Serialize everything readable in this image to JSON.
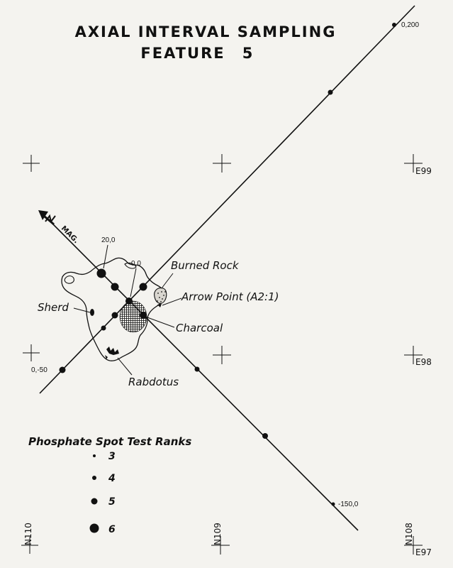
{
  "title": {
    "line1": "AXIAL INTERVAL SAMPLING",
    "line2": "FEATURE",
    "number": "5"
  },
  "points": {
    "p_0_200": "0,200",
    "p_20_0": "20,0",
    "p_0_0": "0,0",
    "p_0_m50": "0,-50",
    "p_m150_0": "-150,0"
  },
  "features": {
    "burned_rock": "Burned Rock",
    "arrow_point": "Arrow Point (A2:1)",
    "sherd": "Sherd",
    "charcoal": "Charcoal",
    "rabdotus": "Rabdotus"
  },
  "north_arrow": {
    "label": "MAG."
  },
  "grid": {
    "e99": "E99",
    "e98": "E98",
    "e97": "E97",
    "n110": "N110",
    "n109": "N109",
    "n108": "N108"
  },
  "legend": {
    "title": "Phosphate Spot Test Ranks",
    "ranks": [
      "3",
      "4",
      "5",
      "6"
    ]
  }
}
